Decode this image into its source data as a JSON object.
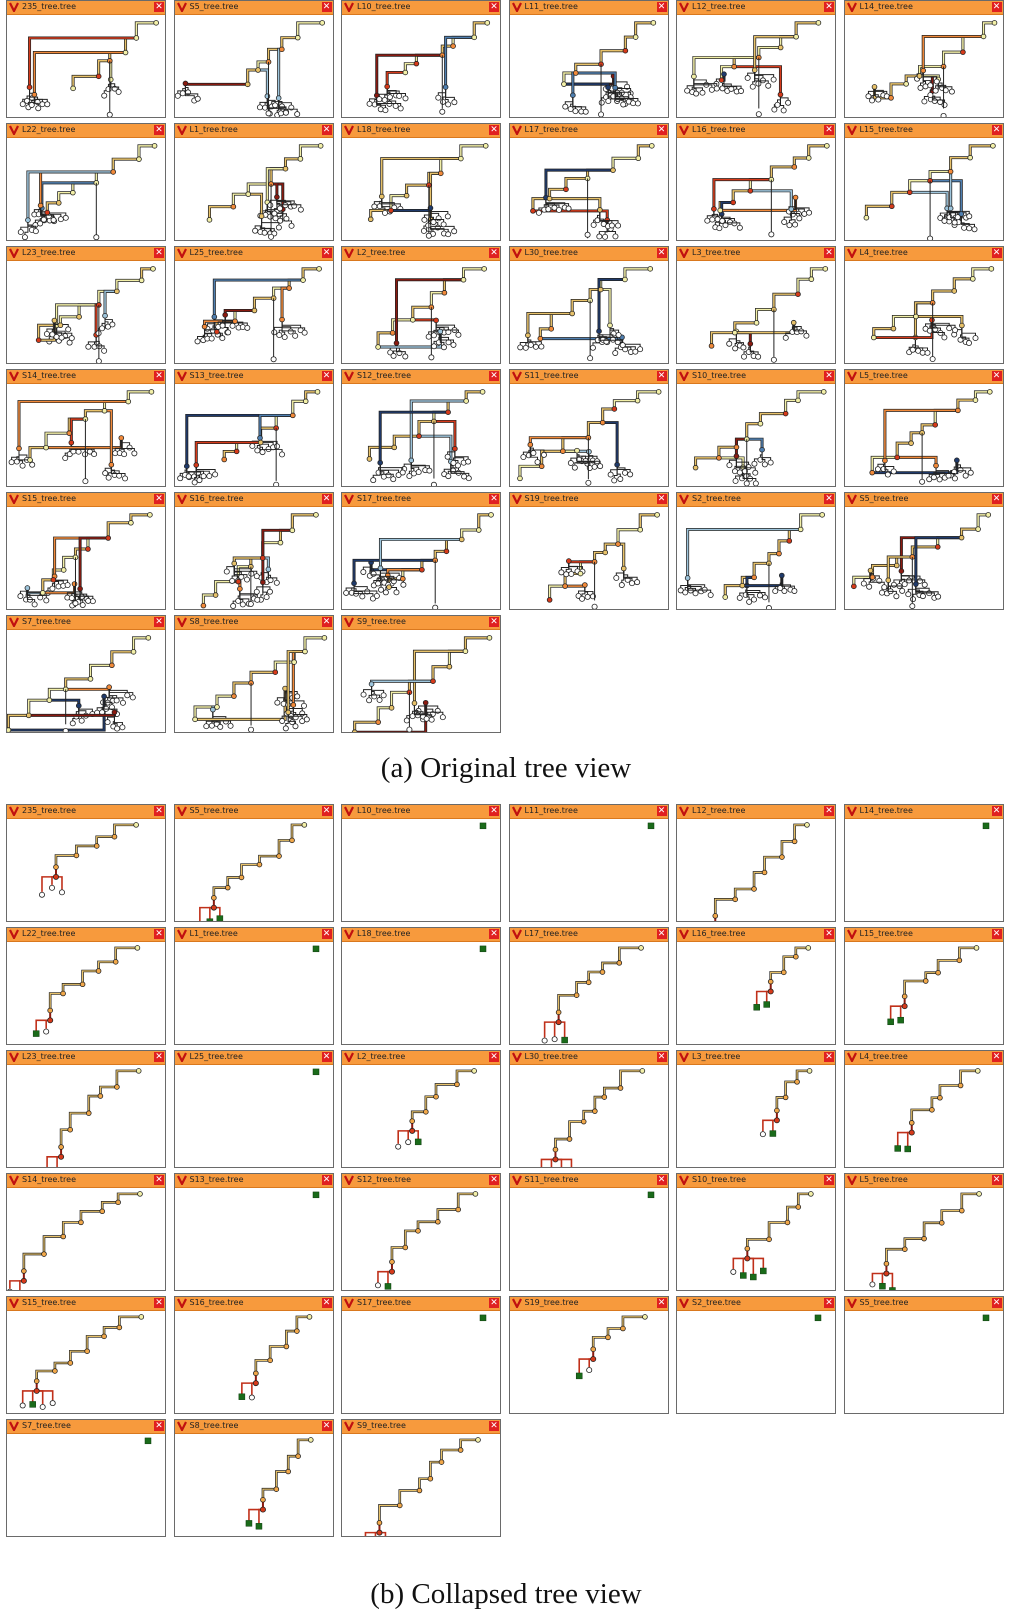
{
  "captions": {
    "a": "(a)  Original tree view",
    "b": "(b)  Collapsed tree view"
  },
  "icons": {
    "window_icon": "v-logo-icon",
    "close": "close-icon"
  },
  "colors": {
    "titlebar": "#f79a3d",
    "close": "#e02020",
    "border": "#6a6a6a"
  },
  "original_view": {
    "windows": [
      {
        "title": "235_tree.tree"
      },
      {
        "title": "S5_tree.tree"
      },
      {
        "title": "L10_tree.tree"
      },
      {
        "title": "L11_tree.tree"
      },
      {
        "title": "L12_tree.tree"
      },
      {
        "title": "L14_tree.tree"
      },
      {
        "title": "L22_tree.tree"
      },
      {
        "title": "L1_tree.tree"
      },
      {
        "title": "L18_tree.tree"
      },
      {
        "title": "L17_tree.tree"
      },
      {
        "title": "L16_tree.tree"
      },
      {
        "title": "L15_tree.tree"
      },
      {
        "title": "L23_tree.tree"
      },
      {
        "title": "L25_tree.tree"
      },
      {
        "title": "L2_tree.tree"
      },
      {
        "title": "L30_tree.tree"
      },
      {
        "title": "L3_tree.tree"
      },
      {
        "title": "L4_tree.tree"
      },
      {
        "title": "S14_tree.tree"
      },
      {
        "title": "S13_tree.tree"
      },
      {
        "title": "S12_tree.tree"
      },
      {
        "title": "S11_tree.tree"
      },
      {
        "title": "S10_tree.tree"
      },
      {
        "title": "L5_tree.tree"
      },
      {
        "title": "S15_tree.tree"
      },
      {
        "title": "S16_tree.tree"
      },
      {
        "title": "S17_tree.tree"
      },
      {
        "title": "S19_tree.tree"
      },
      {
        "title": "S2_tree.tree"
      },
      {
        "title": "S5_tree.tree"
      },
      {
        "title": "S7_tree.tree"
      },
      {
        "title": "S8_tree.tree"
      },
      {
        "title": "S9_tree.tree"
      }
    ]
  },
  "collapsed_view": {
    "windows": [
      {
        "title": "235_tree.tree"
      },
      {
        "title": "S5_tree.tree"
      },
      {
        "title": "L10_tree.tree"
      },
      {
        "title": "L11_tree.tree"
      },
      {
        "title": "L12_tree.tree"
      },
      {
        "title": "L14_tree.tree"
      },
      {
        "title": "L22_tree.tree"
      },
      {
        "title": "L1_tree.tree"
      },
      {
        "title": "L18_tree.tree"
      },
      {
        "title": "L17_tree.tree"
      },
      {
        "title": "L16_tree.tree"
      },
      {
        "title": "L15_tree.tree"
      },
      {
        "title": "L23_tree.tree"
      },
      {
        "title": "L25_tree.tree"
      },
      {
        "title": "L2_tree.tree"
      },
      {
        "title": "L30_tree.tree"
      },
      {
        "title": "L3_tree.tree"
      },
      {
        "title": "L4_tree.tree"
      },
      {
        "title": "S14_tree.tree"
      },
      {
        "title": "S13_tree.tree"
      },
      {
        "title": "S12_tree.tree"
      },
      {
        "title": "S11_tree.tree"
      },
      {
        "title": "S10_tree.tree"
      },
      {
        "title": "L5_tree.tree"
      },
      {
        "title": "S15_tree.tree"
      },
      {
        "title": "S16_tree.tree"
      },
      {
        "title": "S17_tree.tree"
      },
      {
        "title": "S19_tree.tree"
      },
      {
        "title": "S2_tree.tree"
      },
      {
        "title": "S5_tree.tree"
      },
      {
        "title": "S7_tree.tree"
      },
      {
        "title": "S8_tree.tree"
      },
      {
        "title": "S9_tree.tree"
      }
    ]
  }
}
